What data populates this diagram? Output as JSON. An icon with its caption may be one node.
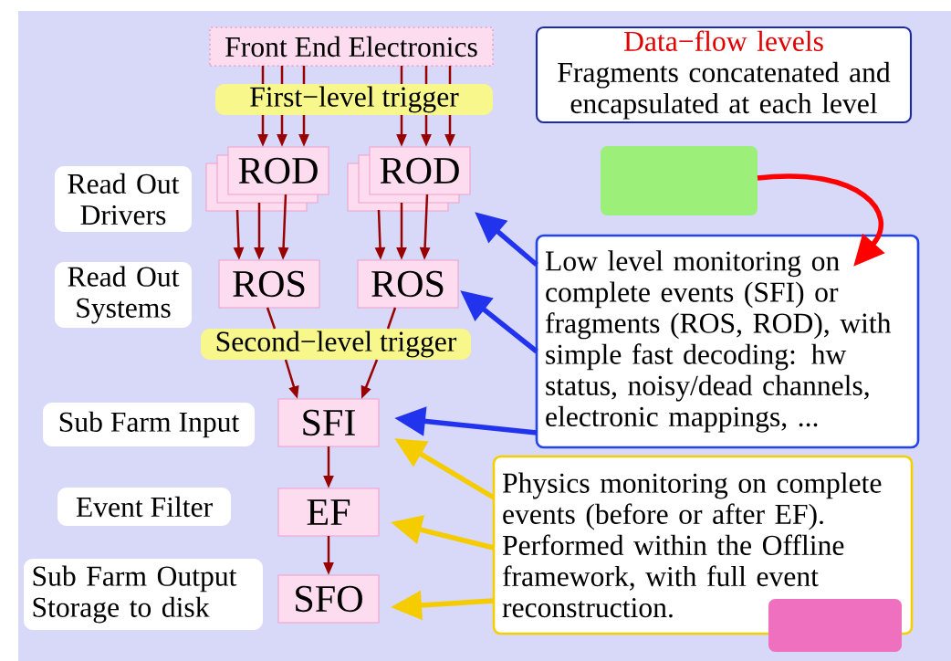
{
  "diagram": {
    "nodes": [
      {
        "text": [
          "Front End Electronics"
        ]
      },
      {
        "text": [
          "First−level trigger"
        ]
      },
      {
        "text": [
          "ROD"
        ]
      },
      {
        "text": [
          "ROD"
        ]
      },
      {
        "text": [
          "Read Out Drivers"
        ]
      },
      {
        "text": [
          "ROS"
        ]
      },
      {
        "text": [
          "ROS"
        ]
      },
      {
        "text": [
          "Read Out Systems"
        ]
      },
      {
        "text": [
          "Second−level trigger"
        ]
      },
      {
        "text": [
          "Sub Farm Input"
        ]
      },
      {
        "text": [
          "SFI"
        ]
      },
      {
        "text": [
          "Event Filter"
        ]
      },
      {
        "text": [
          "EF"
        ]
      },
      {
        "text": [
          "Sub Farm Output",
          "Storage to disk"
        ]
      },
      {
        "text": [
          "SFO"
        ]
      },
      {
        "text": [
          "Data−flow levels",
          "Fragments concatenated and encapsulated at each level"
        ]
      },
      {
        "text": [],
        "shape": "box"
      },
      {
        "text": [
          "Low level monitoring on complete events (SFI) or fragments (ROS, ROD), with simple fast decoding: hw status, noisy/dead channels, electronic mappings, ..."
        ]
      },
      {
        "text": [
          "Physics monitoring on complete events (before or after EF). Performed within the Offline framework, with full event reconstruction."
        ]
      },
      {
        "text": [],
        "shape": "box"
      }
    ],
    "edges": [
      {
        "from": 0,
        "to": 1,
        "arrow": "none"
      },
      {
        "from": 0,
        "to": 1,
        "arrow": "none"
      },
      {
        "from": 0,
        "to": 1,
        "arrow": "none"
      },
      {
        "from": 0,
        "to": 1,
        "arrow": "none"
      },
      {
        "from": 0,
        "to": 1,
        "arrow": "none"
      },
      {
        "from": 0,
        "to": 1,
        "arrow": "none"
      },
      {
        "from": 1,
        "to": 2,
        "arrow": "to"
      },
      {
        "from": 1,
        "to": 2,
        "arrow": "to"
      },
      {
        "from": 1,
        "to": 2,
        "arrow": "to"
      },
      {
        "from": 1,
        "to": 3,
        "arrow": "to"
      },
      {
        "from": 1,
        "to": 3,
        "arrow": "to"
      },
      {
        "from": 1,
        "to": 3,
        "arrow": "to"
      },
      {
        "from": 2,
        "to": 5,
        "arrow": "to"
      },
      {
        "from": 2,
        "to": 5,
        "arrow": "to"
      },
      {
        "from": 2,
        "to": 5,
        "arrow": "to"
      },
      {
        "from": 3,
        "to": 6,
        "arrow": "to"
      },
      {
        "from": 3,
        "to": 6,
        "arrow": "to"
      },
      {
        "from": 3,
        "to": 6,
        "arrow": "to"
      },
      {
        "from": 5,
        "to": 8,
        "arrow": "none"
      },
      {
        "from": 6,
        "to": 8,
        "arrow": "none"
      },
      {
        "from": 8,
        "to": 10,
        "arrow": "to"
      },
      {
        "from": 8,
        "to": 10,
        "arrow": "to"
      },
      {
        "from": 10,
        "to": 12,
        "arrow": "to"
      },
      {
        "from": 12,
        "to": 14,
        "arrow": "to"
      },
      {
        "from": 16,
        "to": 17,
        "arrow": "to",
        "style": "thick",
        "color": "#ff0000"
      },
      {
        "from": 17,
        "to": 3,
        "arrow": "to",
        "style": "thick",
        "color": "#2233ee"
      },
      {
        "from": 17,
        "to": 6,
        "arrow": "to",
        "style": "thick",
        "color": "#2233ee"
      },
      {
        "from": 17,
        "to": 10,
        "arrow": "to",
        "style": "thick",
        "color": "#2233ee"
      },
      {
        "from": 18,
        "to": 10,
        "arrow": "to",
        "style": "thick",
        "color": "#f5cc00"
      },
      {
        "from": 18,
        "to": 12,
        "arrow": "to",
        "style": "thick",
        "color": "#f5cc00"
      },
      {
        "from": 18,
        "to": 14,
        "arrow": "to",
        "style": "thick",
        "color": "#f5cc00"
      }
    ]
  }
}
